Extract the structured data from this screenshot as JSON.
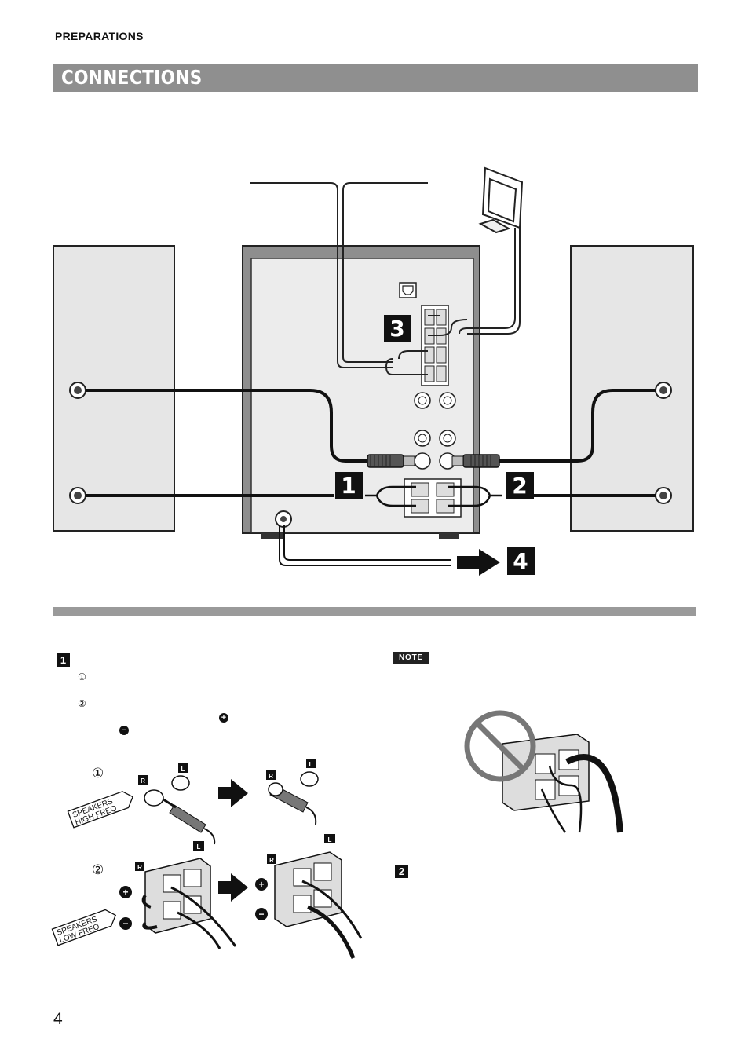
{
  "header": {
    "section": "PREPARATIONS",
    "title": "CONNECTIONS"
  },
  "diagram": {
    "callouts": [
      "1",
      "2",
      "3",
      "4"
    ]
  },
  "step1": {
    "badge": "1",
    "sub_steps": [
      "①",
      "②"
    ],
    "symbols": {
      "plus": "+",
      "minus": "−"
    },
    "terminal_labels": {
      "right": "R",
      "left": "L"
    },
    "speaker_high_label": [
      "SPEAKERS",
      "HIGH FREQ"
    ],
    "speaker_low_label": [
      "SPEAKERS",
      "LOW FREQ"
    ],
    "figure_step_marks": [
      "①",
      "②"
    ]
  },
  "note": {
    "badge": "NOTE"
  },
  "step2": {
    "badge": "2"
  },
  "footer": {
    "page_number": "4"
  },
  "colors": {
    "title_bar": "#8f8f8f",
    "speaker_panel": "#e6e6e6",
    "unit_frame": "#8e8e8e",
    "unit_panel": "#ececec"
  }
}
